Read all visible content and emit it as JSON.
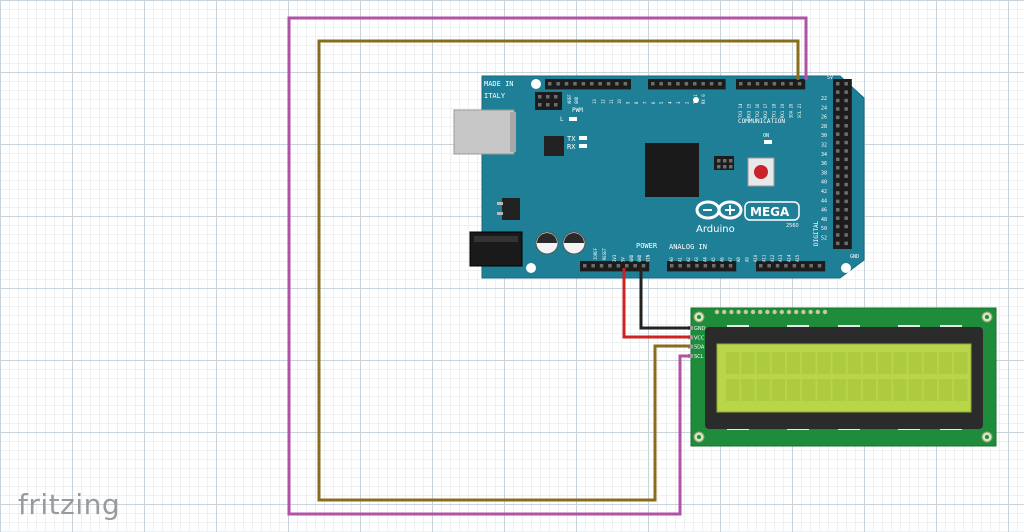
{
  "app": {
    "watermark": "fritzing"
  },
  "board": {
    "made_in_line1": "MADE IN",
    "made_in_line2": "ITALY",
    "brand": "Arduino",
    "model": "MEGA",
    "model_sub": "2560",
    "label_pwm": "PWM",
    "label_l": "L",
    "label_tx": "TX",
    "label_rx": "RX",
    "label_on": "ON",
    "label_aref": "AREF",
    "label_gnd": "GND",
    "label_communication": "COMMUNICATION",
    "label_power": "POWER",
    "label_analog_in": "ANALOG IN",
    "label_digital": "DIGITAL",
    "label_ioref": "IOREF",
    "label_reset": "RESET",
    "label_5v": "5V",
    "label_gnd_right": "GND",
    "top_header_labels": [
      "13",
      "12",
      "11",
      "10",
      "9",
      "8",
      "7",
      "6",
      "5",
      "4",
      "3",
      "2",
      "TX 1",
      "RX 0"
    ],
    "comm_header_labels": [
      "TX3 14",
      "RX3 15",
      "TX2 16",
      "RX2 17",
      "TX1 18",
      "RX1 19",
      "SDA 20",
      "SCL 21"
    ],
    "power_header_labels": [
      "3V3",
      "5V",
      "GND",
      "GND",
      "VIN"
    ],
    "analog_header_labels": [
      "A0",
      "A1",
      "A2",
      "A3",
      "A4",
      "A5",
      "A6",
      "A7",
      "A8",
      "A9",
      "A10",
      "A11",
      "A12",
      "A13",
      "A14",
      "A15"
    ],
    "right_header_labels": [
      "22",
      "24",
      "26",
      "28",
      "30",
      "32",
      "34",
      "36",
      "38",
      "40",
      "42",
      "44",
      "46",
      "48",
      "50",
      "52"
    ]
  },
  "lcd": {
    "pin_labels": [
      "GND",
      "VCC",
      "SDA",
      "SCL"
    ]
  },
  "colors": {
    "board": "#1f7f96",
    "lcd_pcb": "#1e8c3a",
    "lcd_screen": "#b9d64a",
    "wire_purple": "#b052a8",
    "wire_gold": "#8a6d1c",
    "wire_red": "#cc2222",
    "wire_black": "#222222"
  }
}
